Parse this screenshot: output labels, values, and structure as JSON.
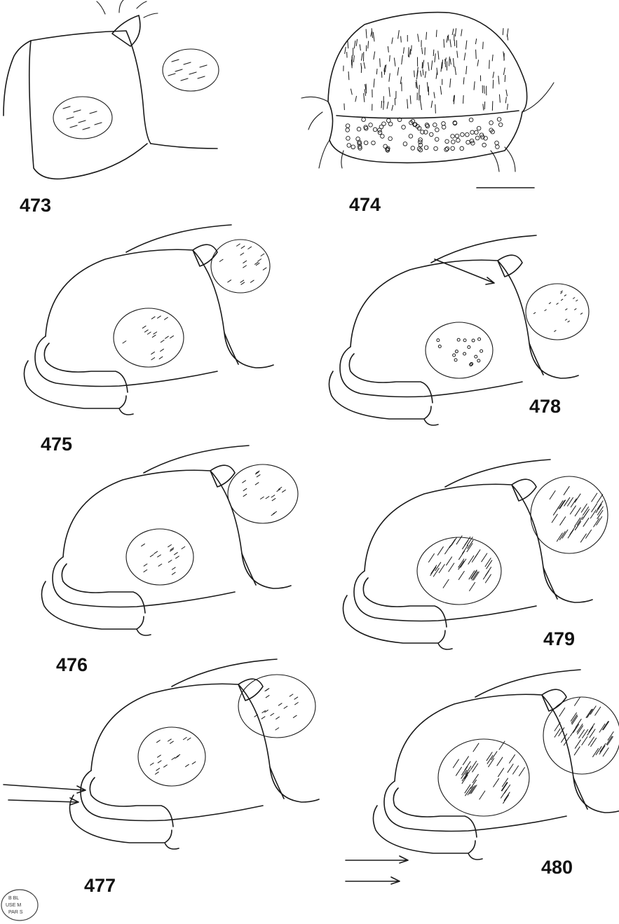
{
  "figure_labels": [
    "473",
    "474",
    "475",
    "476",
    "477",
    "478",
    "479",
    "480"
  ],
  "stamp": {
    "line1": "B BL",
    "line2": "USE M",
    "line3": "PAR S"
  },
  "colors": {
    "ink": "#1a1a1a",
    "paper": "#ffffff"
  }
}
